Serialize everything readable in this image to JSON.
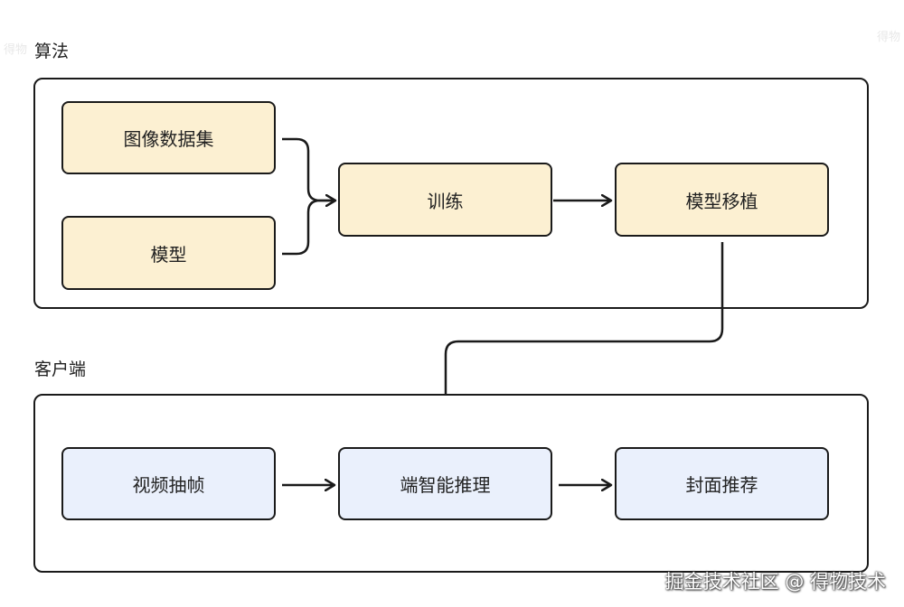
{
  "sections": {
    "algorithm": {
      "label": "算法",
      "nodes": {
        "dataset": "图像数据集",
        "model": "模型",
        "training": "训练",
        "porting": "模型移植"
      }
    },
    "client": {
      "label": "客户端",
      "nodes": {
        "frame_extraction": "视频抽帧",
        "edge_inference": "端智能推理",
        "cover_recommendation": "封面推荐"
      }
    }
  },
  "watermark": "掘金技术社区 @ 得物技术",
  "colors": {
    "algorithm_node_fill": "#fcf0d2",
    "client_node_fill": "#eaf0fc",
    "stroke": "#1a1a1a"
  }
}
